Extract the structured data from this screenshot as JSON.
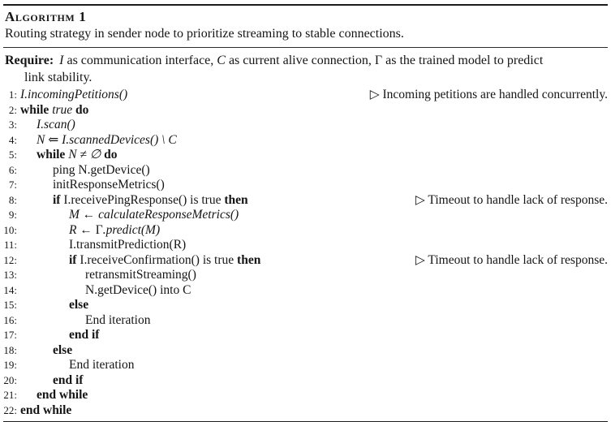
{
  "header": {
    "label": "Algorithm 1",
    "caption": "Routing strategy in sender node to prioritize streaming to stable connections."
  },
  "require": {
    "keyword": "Require:",
    "line1_segments": [
      [
        "it",
        "I"
      ],
      [
        "rm",
        " as communication interface, "
      ],
      [
        "it",
        "C"
      ],
      [
        "rm",
        " as current alive connection, Γ as the trained model to predict"
      ]
    ],
    "line2": "link stability."
  },
  "algorithm": {
    "comment_marker": "▷",
    "lines": [
      {
        "num": "1:",
        "indent": 0,
        "segments": [
          [
            "it",
            "I.incomingPetitions()"
          ]
        ],
        "comment": "▷ Incoming petitions are handled concurrently."
      },
      {
        "num": "2:",
        "indent": 0,
        "segments": [
          [
            "kw",
            "while "
          ],
          [
            "it",
            "true"
          ],
          [
            "kw",
            " do"
          ]
        ]
      },
      {
        "num": "3:",
        "indent": 1,
        "segments": [
          [
            "it",
            "I.scan()"
          ]
        ]
      },
      {
        "num": "4:",
        "indent": 1,
        "segments": [
          [
            "it",
            "N ⇐ I.scannedDevices() \\ C"
          ]
        ]
      },
      {
        "num": "5:",
        "indent": 1,
        "segments": [
          [
            "kw",
            "while "
          ],
          [
            "it",
            "N ≠ ∅"
          ],
          [
            "kw",
            " do"
          ]
        ]
      },
      {
        "num": "6:",
        "indent": 2,
        "segments": [
          [
            "rm",
            "ping N.getDevice()"
          ]
        ]
      },
      {
        "num": "7:",
        "indent": 2,
        "segments": [
          [
            "rm",
            "initResponseMetrics()"
          ]
        ]
      },
      {
        "num": "8:",
        "indent": 2,
        "segments": [
          [
            "kw",
            "if "
          ],
          [
            "rm",
            "I.receivePingResponse() is true "
          ],
          [
            "kw",
            "then"
          ]
        ],
        "comment": "▷ Timeout to handle lack of response."
      },
      {
        "num": "9:",
        "indent": 3,
        "segments": [
          [
            "it",
            "M ← calculateResponseMetrics()"
          ]
        ]
      },
      {
        "num": "10:",
        "indent": 3,
        "segments": [
          [
            "it",
            "R ← "
          ],
          [
            "rm",
            "Γ"
          ],
          [
            "it",
            ".predict(M)"
          ]
        ]
      },
      {
        "num": "11:",
        "indent": 3,
        "segments": [
          [
            "rm",
            "I.transmitPrediction(R)"
          ]
        ]
      },
      {
        "num": "12:",
        "indent": 3,
        "segments": [
          [
            "kw",
            "if "
          ],
          [
            "rm",
            "I.receiveConfirmation() is true "
          ],
          [
            "kw",
            "then"
          ]
        ],
        "comment": "▷ Timeout to handle lack of response."
      },
      {
        "num": "13:",
        "indent": 4,
        "segments": [
          [
            "rm",
            "retransmitStreaming()"
          ]
        ]
      },
      {
        "num": "14:",
        "indent": 4,
        "segments": [
          [
            "rm",
            "N.getDevice() into C"
          ]
        ]
      },
      {
        "num": "15:",
        "indent": 3,
        "segments": [
          [
            "kw",
            "else"
          ]
        ]
      },
      {
        "num": "16:",
        "indent": 4,
        "segments": [
          [
            "rm",
            "End iteration"
          ]
        ]
      },
      {
        "num": "17:",
        "indent": 3,
        "segments": [
          [
            "kw",
            "end if"
          ]
        ]
      },
      {
        "num": "18:",
        "indent": 2,
        "segments": [
          [
            "kw",
            "else"
          ]
        ]
      },
      {
        "num": "19:",
        "indent": 3,
        "segments": [
          [
            "rm",
            "End iteration"
          ]
        ]
      },
      {
        "num": "20:",
        "indent": 2,
        "segments": [
          [
            "kw",
            "end if"
          ]
        ]
      },
      {
        "num": "21:",
        "indent": 1,
        "segments": [
          [
            "kw",
            "end while"
          ]
        ]
      },
      {
        "num": "22:",
        "indent": 0,
        "segments": [
          [
            "kw",
            "end while"
          ]
        ]
      }
    ]
  },
  "colors": {
    "text": "#151515",
    "rule": "#1c1c1c",
    "background": "#ffffff"
  }
}
